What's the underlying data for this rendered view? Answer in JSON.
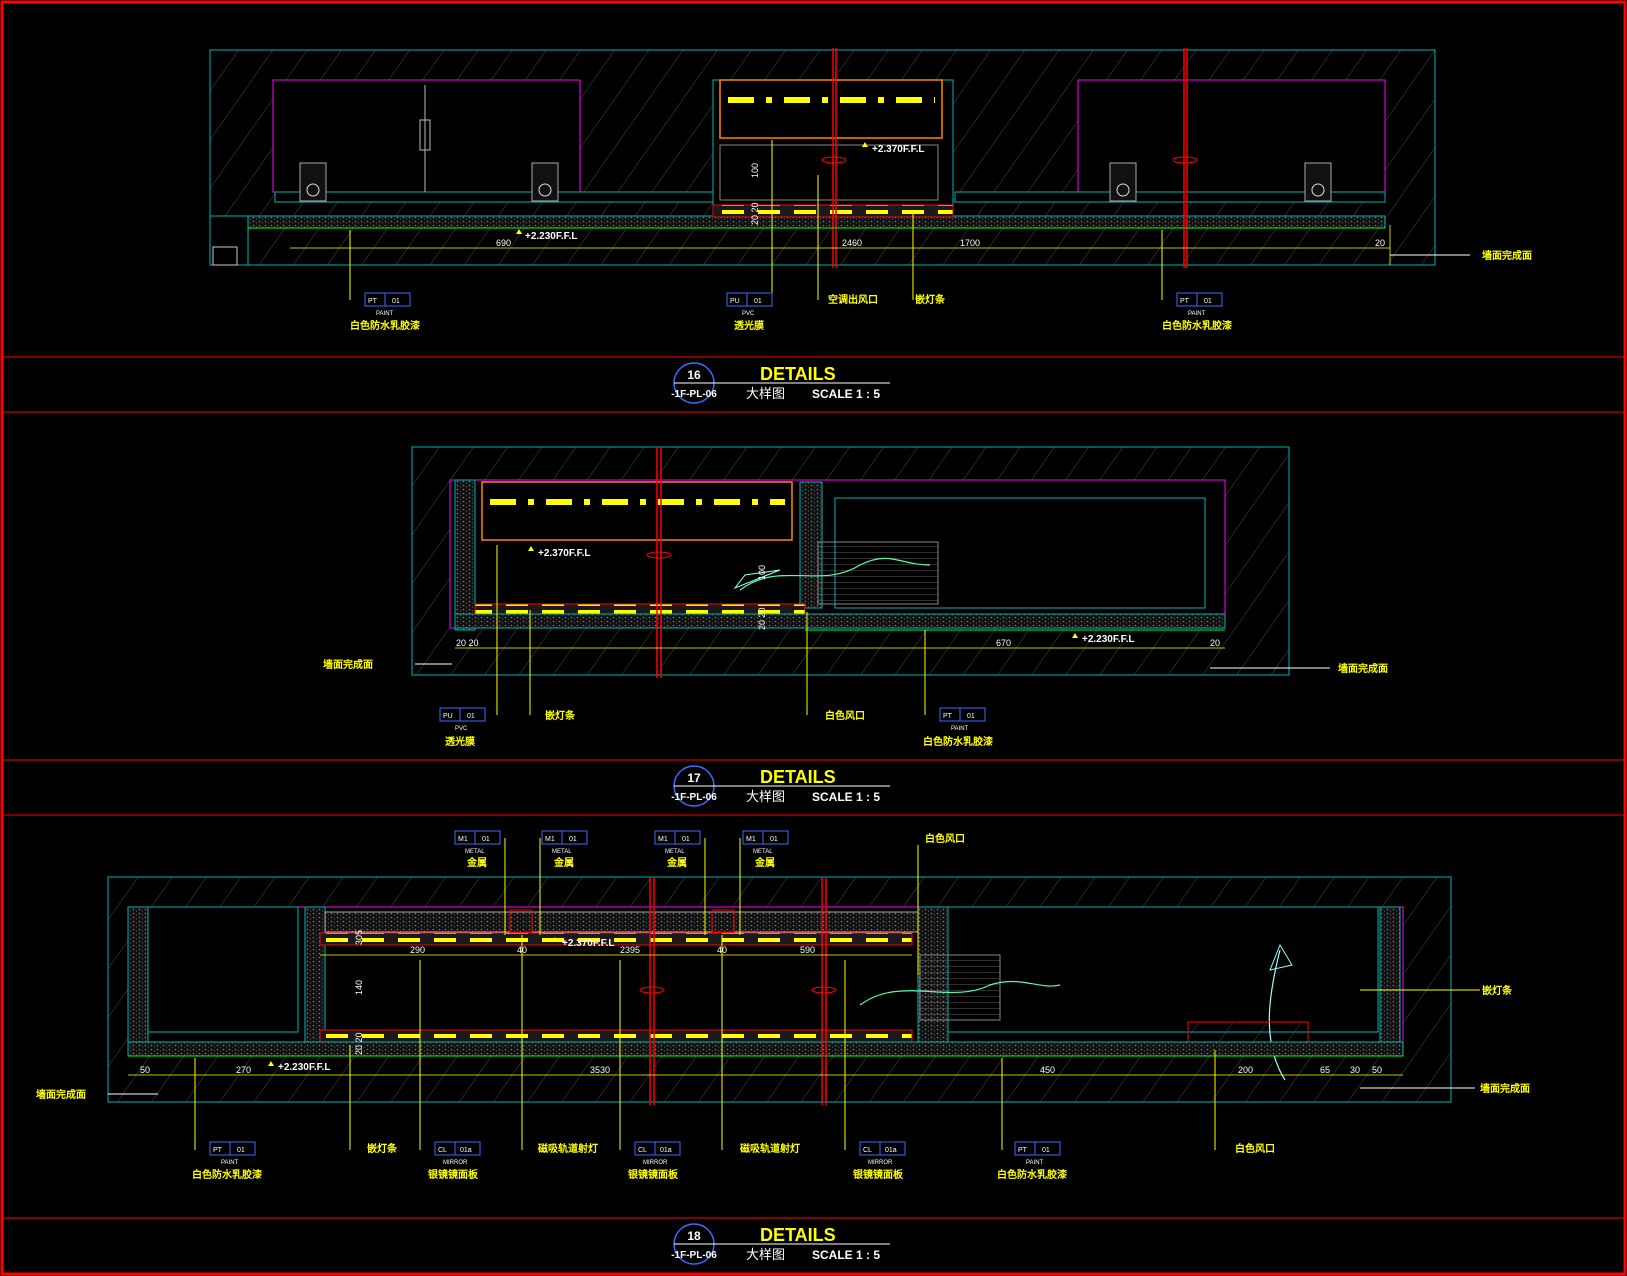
{
  "colors": {
    "background": "#000000",
    "frame": "#ff0000",
    "outline": "#00b3b3",
    "wall": "#ff00ff",
    "text": "#ffffff",
    "label": "#ffff00",
    "tag": "#3b6cff",
    "finish": "#00ff00"
  },
  "detail16": {
    "bubble_number": "16",
    "bubble_ref": "-1F-PL-06",
    "title": "DETAILS",
    "subtitle": "大样图",
    "scale": "SCALE 1 : 5",
    "level_upper": "+2.370F.F.L",
    "level_lower": "+2.230F.F.L",
    "dims": [
      "690",
      "2460",
      "1700",
      "20"
    ],
    "dim_vertical": [
      "100",
      "20 20"
    ],
    "wall_label": "墙面完成面",
    "tags": [
      {
        "code": "PT",
        "num": "01",
        "sub": "PAINT",
        "label": "白色防水乳胶漆"
      },
      {
        "code": "PU",
        "num": "01",
        "sub": "PVC",
        "label": "透光膜"
      },
      {
        "code": "PT",
        "num": "01",
        "sub": "PAINT",
        "label": "白色防水乳胶漆"
      }
    ],
    "callouts": [
      "空调出风口",
      "嵌灯条"
    ]
  },
  "detail17": {
    "bubble_number": "17",
    "bubble_ref": "-1F-PL-06",
    "title": "DETAILS",
    "subtitle": "大样图",
    "scale": "SCALE 1 : 5",
    "level_upper": "+2.370F.F.L",
    "level_lower": "+2.230F.F.L",
    "dims": [
      "20 20",
      "670",
      "20"
    ],
    "dim_vertical": [
      "100",
      "20 20"
    ],
    "wall_label_left": "墙面完成面",
    "wall_label_right": "墙面完成面",
    "tags": [
      {
        "code": "PU",
        "num": "01",
        "sub": "PVC",
        "label": "透光膜"
      },
      {
        "code": "PT",
        "num": "01",
        "sub": "PAINT",
        "label": "白色防水乳胶漆"
      }
    ],
    "callouts": [
      "嵌灯条",
      "白色风口"
    ]
  },
  "detail18": {
    "bubble_number": "18",
    "bubble_ref": "-1F-PL-06",
    "title": "DETAILS",
    "subtitle": "大样图",
    "scale": "SCALE 1 : 5",
    "level_upper": "+2.370F.F.L",
    "level_lower": "+2.230F.F.L",
    "dims": [
      "50",
      "270",
      "3530",
      "450",
      "200",
      "65",
      "30",
      "50"
    ],
    "inner_dims": [
      "290",
      "40",
      "2395",
      "40",
      "590"
    ],
    "dim_vertical": [
      "305",
      "140",
      "20 20"
    ],
    "wall_label_left": "墙面完成面",
    "wall_label_right": "墙面完成面",
    "top_tags": [
      {
        "code": "M1",
        "num": "01",
        "sub": "METAL",
        "label": "金属"
      },
      {
        "code": "M1",
        "num": "01",
        "sub": "METAL",
        "label": "金属"
      },
      {
        "code": "M1",
        "num": "01",
        "sub": "METAL",
        "label": "金属"
      },
      {
        "code": "M1",
        "num": "01",
        "sub": "METAL",
        "label": "金属"
      }
    ],
    "top_callout": "白色风口",
    "right_callout": "嵌灯条",
    "bottom_tags": [
      {
        "code": "PT",
        "num": "01",
        "sub": "PAINT",
        "label": "白色防水乳胶漆"
      },
      {
        "code": "CL",
        "num": "01a",
        "sub": "MIRROR",
        "label": "银镜镜面板"
      },
      {
        "code": "CL",
        "num": "01a",
        "sub": "MIRROR",
        "label": "银镜镜面板"
      },
      {
        "code": "CL",
        "num": "01a",
        "sub": "MIRROR",
        "label": "银镜镜面板"
      },
      {
        "code": "PT",
        "num": "01",
        "sub": "PAINT",
        "label": "白色防水乳胶漆"
      }
    ],
    "bottom_callouts": [
      "嵌灯条",
      "磁吸轨道射灯",
      "磁吸轨道射灯",
      "白色风口"
    ]
  }
}
